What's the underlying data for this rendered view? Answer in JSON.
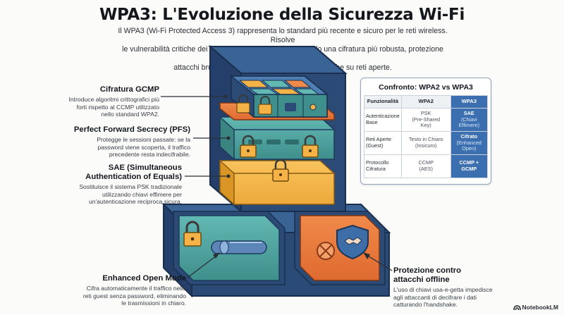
{
  "title": "WPA3: L'Evoluzione della Sicurezza Wi-Fi",
  "intro": [
    "Il WPA3 (Wi-Fi Protected Access 3) rappresenta lo standard più recente e sicuro per le reti wireless. Risolve",
    "le vulnerabilità critiche dei protocolli precedenti introducendo una cifratura più robusta, protezione contro",
    "attacchi brute-force e la sicurezza del traffico anche su reti aperte."
  ],
  "callouts": {
    "ccmp": {
      "title": "Cifratura GCMP",
      "desc": [
        "Introduce algoritmi crittografici più",
        "forti rispetto al CCMP utilizzato",
        "nello standard WPA2."
      ]
    },
    "pfs": {
      "title": "Perfect Forward Secrecy (PFS)",
      "desc": [
        "Protegge le sessioni passate: se la",
        "password viene scoperta, il traffico",
        "precedente resta indecifrabile."
      ]
    },
    "sae": {
      "title": [
        "SAE (Simultaneous",
        "Authentication of Equals)"
      ],
      "desc": [
        "Sostituisce il sistema PSK tradizionale",
        "utilizzando chiavi effimere per",
        "un'autenticazione reciproca sicura."
      ]
    },
    "eom": {
      "title": "Enhanced Open Mode",
      "desc": [
        "Cifra automaticamente il traffico nelle",
        "reti guest senza password, eliminando",
        "le trasmissioni in chiaro."
      ]
    },
    "offline": {
      "title": [
        "Protezione contro",
        "attacchi offline"
      ],
      "desc": [
        "L'uso di chiavi usa-e-getta impedisce",
        "agli attaccanti di decifrare i dati",
        "catturando l'handshake."
      ]
    }
  },
  "comparison": {
    "title": "Confronto: WPA2 vs WPA3",
    "headers": [
      "Funzionalità",
      "WPA2",
      "WPA3"
    ],
    "rows": [
      {
        "feature": [
          "Autenticazione",
          "Base"
        ],
        "wpa2": [
          "PSK",
          "(Pre-Shared",
          "Key)"
        ],
        "wpa3_main": "SAE",
        "wpa3_sub": [
          "(Chiavi",
          "Effimere)"
        ]
      },
      {
        "feature": [
          "Reti Aperte",
          "(Guest)"
        ],
        "wpa2": [
          "Testo in Chiaro",
          "(Insicuro)"
        ],
        "wpa3_main": "Cifrato",
        "wpa3_sub": [
          "(Enhanced",
          "Open)"
        ]
      },
      {
        "feature": [
          "Protocollo",
          "Cifratura"
        ],
        "wpa2": [
          "CCMP",
          "(AES)"
        ],
        "wpa3_main": "CCMP +",
        "wpa3_sub": [
          "GCMP"
        ]
      }
    ]
  },
  "brand": "NotebookLM",
  "colors": {
    "navy": "#2e4f7c",
    "teal": "#4aa3a0",
    "orange": "#e8733a",
    "yellow": "#f5b347",
    "wpa3_blue": "#3b6fb0"
  }
}
